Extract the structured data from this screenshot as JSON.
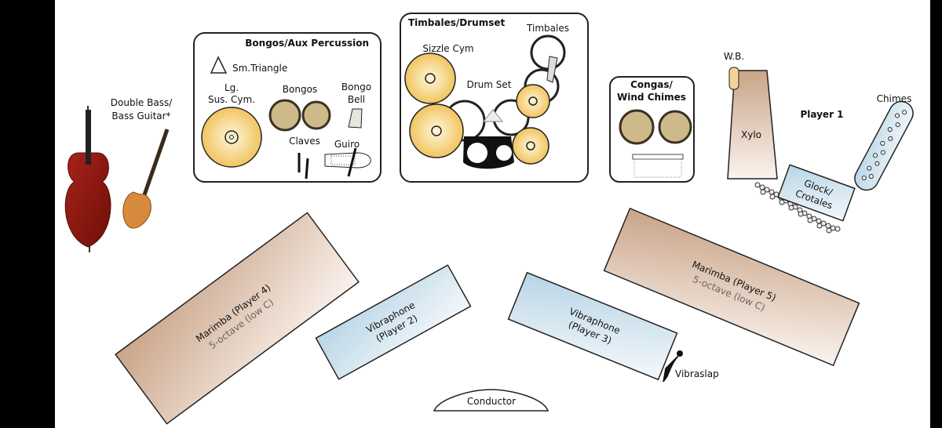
{
  "groups": {
    "bongos_aux": {
      "title": "Bongos/Aux Percussion",
      "items": {
        "triangle": "Sm.Triangle",
        "cymbal_1": "Lg.",
        "cymbal_2": "Sus. Cym.",
        "bongos": "Bongos",
        "bell_1": "Bongo",
        "bell_2": "Bell",
        "claves": "Claves",
        "guiro": "Guiro"
      }
    },
    "timbales_drumset": {
      "title": "Timbales/Drumset",
      "items": {
        "sizzle": "Sizzle Cym",
        "drumset": "Drum Set",
        "timbales": "Timbales"
      }
    },
    "congas": {
      "title_1": "Congas/",
      "title_2": "Wind Chimes"
    }
  },
  "bass": {
    "line_1": "Double Bass/",
    "line_2": "Bass Guitar*"
  },
  "player1": {
    "label": "Player 1",
    "wb": "W.B.",
    "xylo": "Xylo",
    "glock_1": "Glock/",
    "glock_2": "Crotales",
    "chimes": "Chimes"
  },
  "marimba4": {
    "title": "Marimba (Player 4)",
    "sub": "5-octave (low C)"
  },
  "marimba5": {
    "title": "Marimba (Player 5)",
    "sub": "5-octave (low C)"
  },
  "vibe2": {
    "line_1": "Vibraphone",
    "line_2": "(Player 2)"
  },
  "vibe3": {
    "line_1": "Vibraphone",
    "line_2": "(Player 3)"
  },
  "vibraslap": "Vibraslap",
  "conductor": "Conductor",
  "colors": {
    "cymbal": "#f2c65a",
    "drum_head": "#cdb98a",
    "wood": "#c9a488",
    "metal": "#cfe3ef"
  }
}
